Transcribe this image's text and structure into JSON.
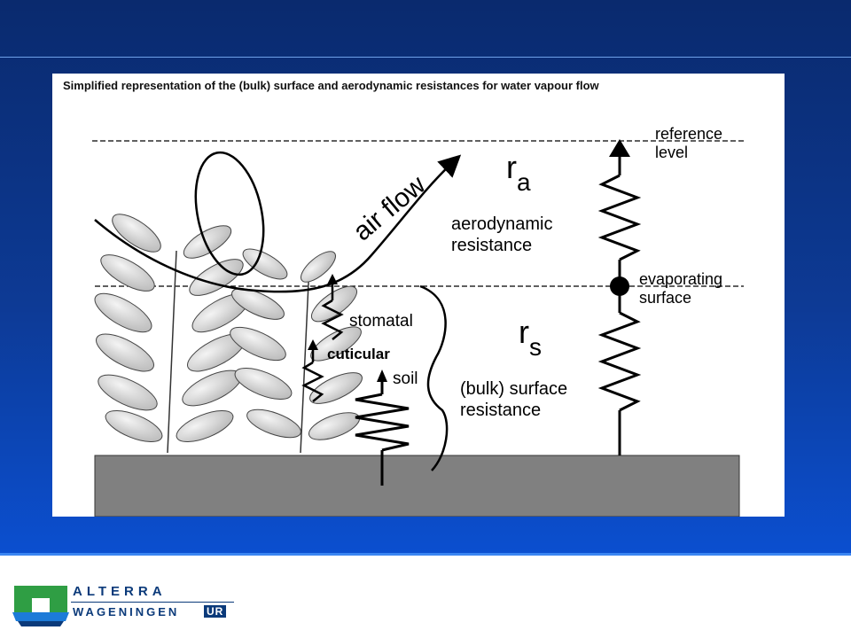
{
  "figure": {
    "title": "Simplified representation of the (bulk) surface and aerodynamic resistances for water vapour flow",
    "labels": {
      "reference_1": "reference",
      "reference_2": "level",
      "air_flow": "air flow",
      "ra_main": "r",
      "ra_sub": "a",
      "aero_1": "aerodynamic",
      "aero_2": "resistance",
      "evap_1": "evaporating",
      "evap_2": "surface",
      "stomatal": "stomatal",
      "cuticular": "cuticular",
      "soil": "soil",
      "rs_main": "r",
      "rs_sub": "s",
      "bulk_1": "(bulk) surface",
      "bulk_2": "resistance"
    }
  },
  "logo": {
    "top": "ALTERRA",
    "bottom": "WAGENINGEN",
    "ur": "UR"
  },
  "colors": {
    "background_top": "#0a2a6e",
    "background_bottom": "#0b4fd0",
    "soil": "#808080",
    "leaf": "#dcdcdc",
    "brand": "#0b3a7a"
  }
}
